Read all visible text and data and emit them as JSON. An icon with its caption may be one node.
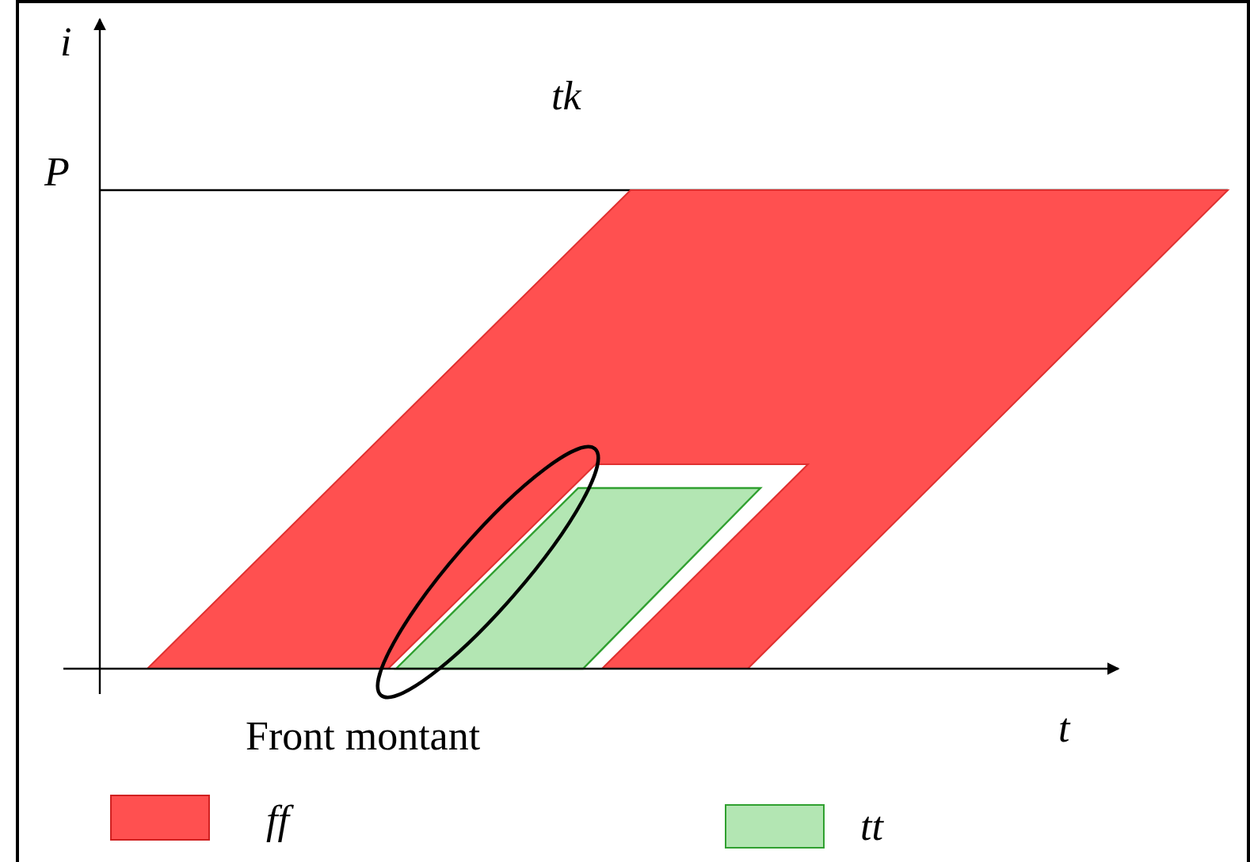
{
  "diagram": {
    "labels": [
      "i",
      "tk",
      "P",
      "t",
      "Front montant"
    ],
    "legend": [
      {
        "text": "ff",
        "color": "#ff5050"
      },
      {
        "text": "tt",
        "color": "#b3e6b3"
      }
    ]
  }
}
